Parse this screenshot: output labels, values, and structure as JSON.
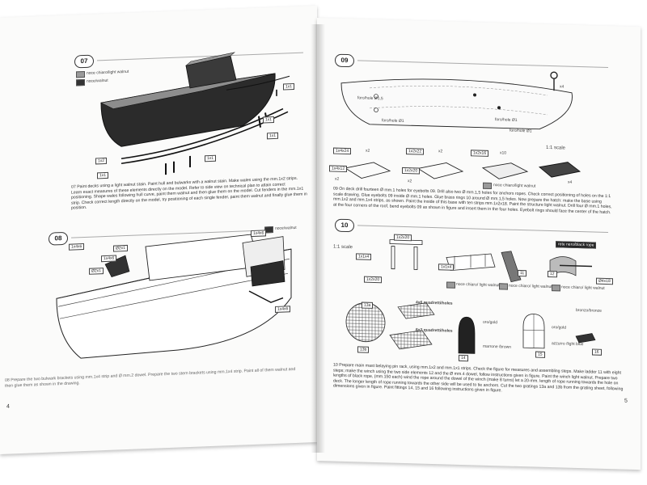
{
  "left_page": {
    "page_number": "4",
    "step07": {
      "badge": "07",
      "legend": [
        {
          "label": "noce chiaro/light walnut",
          "color": "#9a9a9a"
        },
        {
          "label": "noce/walnut",
          "color": "#333333"
        }
      ],
      "part_tags": [
        "1x1",
        "1x1",
        "1x1",
        "1x2",
        "1x1",
        "1x1"
      ],
      "description": "07 Paint decks using a light walnut stain. Paint hull and bulwarks with a walnut stain. Make wales using the mm.1x2 strips. Learn exact measures of these elements directly on the model. Refer to side view on technical plan to attain correct positioning. Shape wales following hull curve, paint them walnut and then glue them on the model. Cut fenders in the mm.1x1 strip. Check correct length directly on the model, try positioning of each single fender, paint them walnut and finally glue them in position."
    },
    "step08": {
      "badge": "08",
      "legend": [
        {
          "label": "noce/walnut",
          "color": "#333333"
        }
      ],
      "part_tags": [
        "1x4x6",
        "1x4x6",
        "1x4x6",
        "Ø2x1",
        "Ø2x1",
        "1x4x6"
      ],
      "description": "08 Prepare the two bulwark brackets using mm.1x4 strip and Ø mm.2 dowel. Prepare the two stern brackets using mm.1x4 strip. Paint all of them walnut and then glue them as shown in the drawing."
    }
  },
  "right_page": {
    "page_number": "5",
    "step09": {
      "badge": "09",
      "labels": [
        "foro/hole Ø1,5",
        "foro/hole Ø1",
        "foro/hole Ø1",
        "foro/hole Ø1",
        "1:1 scale"
      ],
      "part_tags": [
        "1x4x24",
        "1x2x22",
        "1x2x16",
        "1x4x12",
        "1x2x20"
      ],
      "qty": [
        "x2",
        "x2",
        "x10",
        "x2",
        "x2",
        "x4",
        "x4"
      ],
      "legend": [
        {
          "label": "noce chiaro/light walnut",
          "color": "#9a9a9a"
        }
      ],
      "description": "09 On deck drill fourteen Ø mm.1 holes for eyebolts 09. Drill also two Ø mm.1,5 holes for anchors ropes. Check correct positioning of holes on the 1:1 scale drawing. Glue eyebolts 09 inside Ø mm.1 holes. Glue brass rings 10 around Ø mm.1,5 holes. Now prepare the hatch: make the base using mm.1x2 and mm.1x4 strips, as shown. Paint the inside of this base with ten strips mm.1x2x18. Paint the structure light walnut. Drill four Ø mm.1 holes, at the four corners of the roof, bend eyebolts 09 as shown in figure and insert them in the four holes. Eyebolt rings should face the center of the hatch."
    },
    "step10": {
      "badge": "10",
      "labels": [
        "1:1 scale",
        "rete nero/black rope",
        "bronzo/bronze",
        "oro/gold",
        "marrone /brown",
        "azzurro /light blue",
        "oro/gold"
      ],
      "part_tags": [
        "1x2x20",
        "1x1x4",
        "1x2x20",
        "1x1x4",
        "11",
        "12",
        "Ø4x18",
        "13a",
        "13b",
        "14",
        "15",
        "16"
      ],
      "gratings": [
        "4x6 quadretti/holes",
        "6x7 quadretti/holes"
      ],
      "legend": [
        {
          "label": "noce chiaro/ light walnut",
          "color": "#9a9a9a"
        },
        {
          "label": "noce chiaro/ light walnut",
          "color": "#9a9a9a"
        },
        {
          "label": "noce chiaro/ light walnut",
          "color": "#9a9a9a"
        }
      ],
      "description": "10 Prepare main mast belaying pin rack, using mm.1x2 and mm.1x1 strips. Check the figure for measures and assembling steps. Make ladder 11 with eight steps; make the winch using the two side elements 12 and the Ø mm.4 dowel, follow instructions given in figure. Paint the winch light walnut. Prepare two lengths of black rope, (mm.150 each) wind the rope around the dowel of the winch (make 8 turns) let a 20-mm. length of rope running towards the hole on deck. The longer length of rope running towards the other side will be used to tie anchors. Cut the two gratings 13a and 13b from the grating sheet, following dimensions given in figure. Paint fittings 14, 15 and 16 following instructions given in figure."
    }
  }
}
